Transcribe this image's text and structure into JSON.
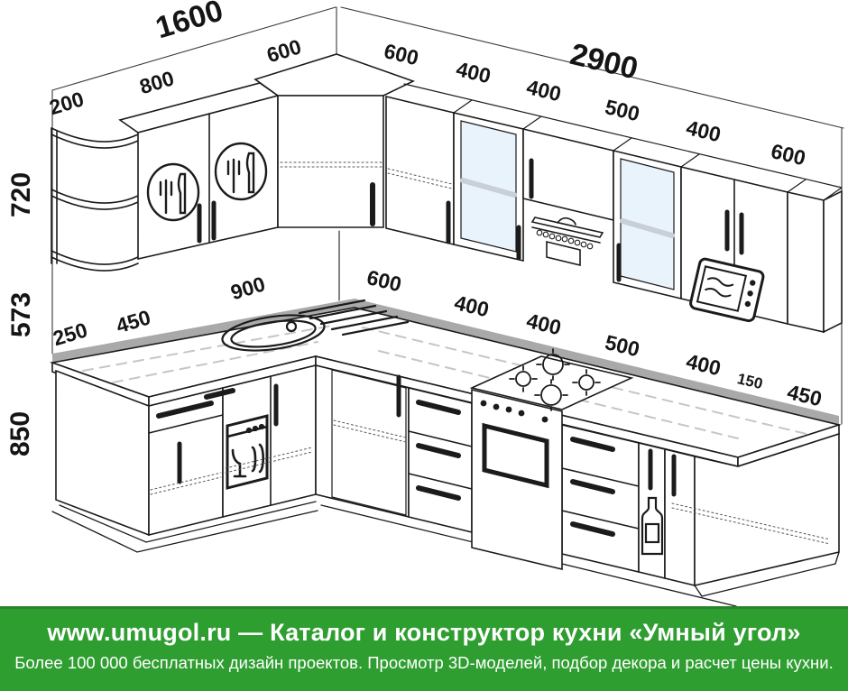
{
  "drawing": {
    "dim_left_total": "1600",
    "dim_right_total": "2900",
    "upper_left_sections": [
      "200",
      "800",
      "600"
    ],
    "upper_right_sections": [
      "600",
      "400",
      "400",
      "500",
      "400",
      "600"
    ],
    "heights": {
      "upper_cabinets": "720",
      "backsplash": "573",
      "base_cabinets": "850"
    },
    "counter_left_sections": [
      "250",
      "450",
      "900"
    ],
    "counter_right_sections": [
      "600",
      "400",
      "400",
      "500",
      "400",
      "150",
      "450"
    ]
  },
  "colors": {
    "line": "#1b1b1b",
    "counter_band": "#a9a9a9",
    "glass": "#e9f3fb",
    "footer_green": "#2f9e31",
    "footer_text": "#ffffff"
  },
  "footer": {
    "line1": "www.umugol.ru — Каталог и конструктор кухни «Умный угол»",
    "line2": "Более 100 000 бесплатных дизайн проектов. Просмотр 3D-моделей, подбор декора и расчет цены кухни."
  }
}
